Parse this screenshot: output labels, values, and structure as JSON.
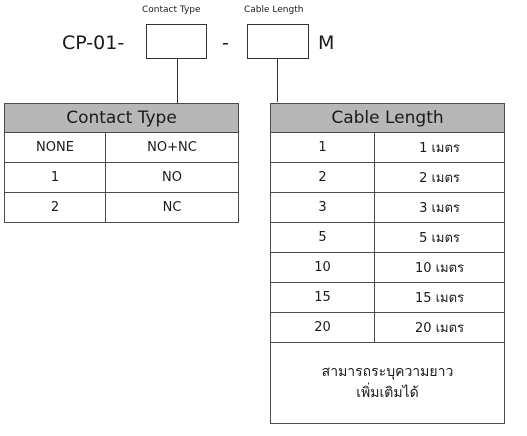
{
  "header": {
    "contact_type_label": "Contact Type",
    "cable_length_label": "Cable Length",
    "prefix": "CP-01-",
    "dash": "-",
    "suffix": "M"
  },
  "contact_table": {
    "title": "Contact Type",
    "rows": [
      [
        "NONE",
        "NO+NC"
      ],
      [
        "1",
        "NO"
      ],
      [
        "2",
        "NC"
      ]
    ]
  },
  "cable_table": {
    "title": "Cable Length",
    "rows": [
      [
        "1",
        "1 เมตร"
      ],
      [
        "2",
        "2 เมตร"
      ],
      [
        "3",
        "3 เมตร"
      ],
      [
        "5",
        "5 เมตร"
      ],
      [
        "10",
        "10 เมตร"
      ],
      [
        "15",
        "15 เมตร"
      ],
      [
        "20",
        "20 เมตร"
      ]
    ],
    "note_line1": "สามารถระบุความยาว",
    "note_line2": "เพิ่มเติมได้"
  },
  "colors": {
    "header_bg": "#b7b7b7",
    "line": "#333333"
  }
}
